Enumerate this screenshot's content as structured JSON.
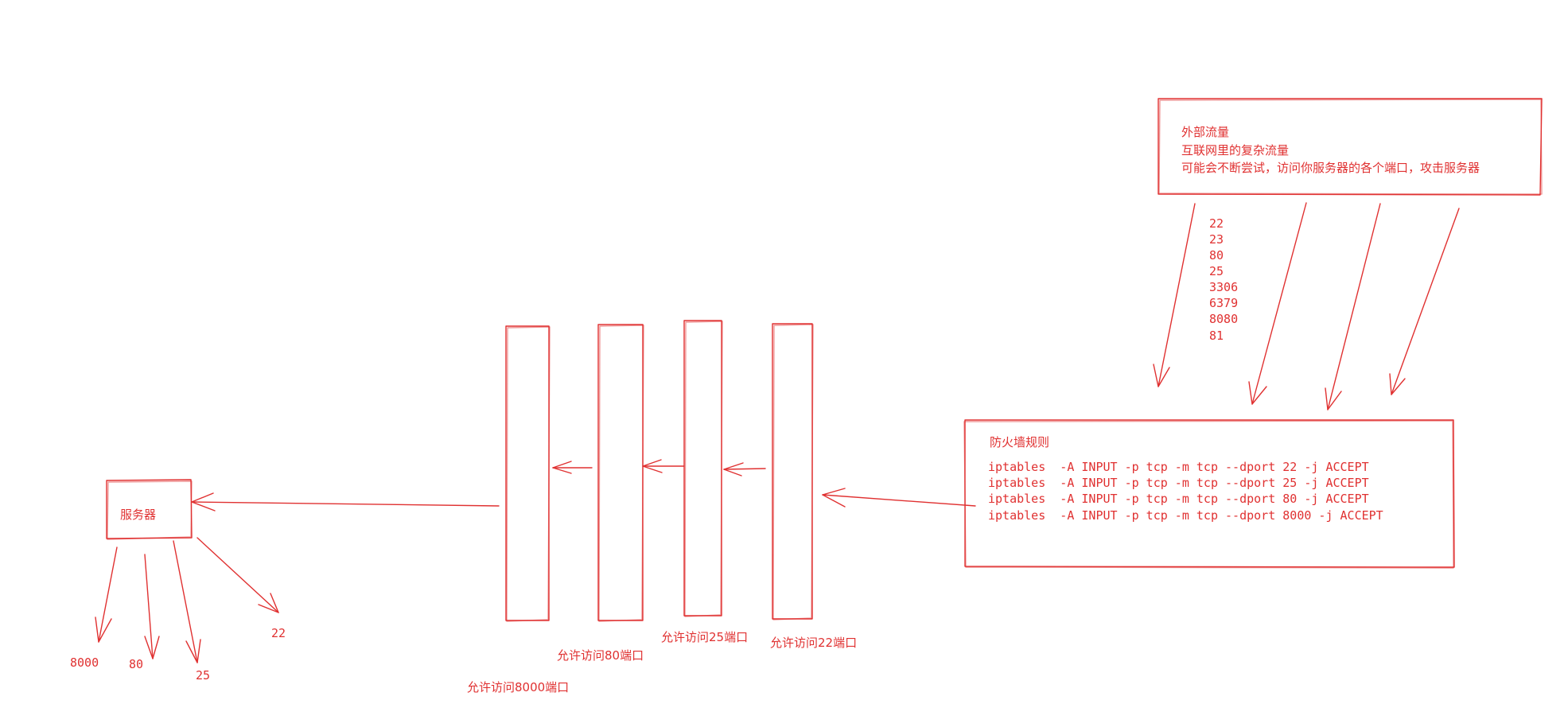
{
  "colors": {
    "stroke": "#e03131",
    "background": "#ffffff"
  },
  "external_traffic": {
    "title": "外部流量",
    "line2": "互联网里的复杂流量",
    "line3": "可能会不断尝试，访问你服务器的各个端口，攻击服务器"
  },
  "probe_ports": [
    "22",
    "23",
    "80",
    "25",
    "3306",
    "6379",
    "8080",
    "81"
  ],
  "firewall": {
    "title": "防火墙规则",
    "rules": [
      "iptables  -A INPUT -p tcp -m tcp --dport 22 -j ACCEPT",
      "iptables  -A INPUT -p tcp -m tcp --dport 25 -j ACCEPT",
      "iptables  -A INPUT -p tcp -m tcp --dport 80 -j ACCEPT",
      "iptables  -A INPUT -p tcp -m tcp --dport 8000 -j ACCEPT"
    ]
  },
  "filter_labels": {
    "port_22": "允许访问22端口",
    "port_25": "允许访问25端口",
    "port_80": "允许访问80端口",
    "port_8000": "允许访问8000端口"
  },
  "server": {
    "label": "服务器",
    "ports": [
      "8000",
      "80",
      "25",
      "22"
    ]
  }
}
